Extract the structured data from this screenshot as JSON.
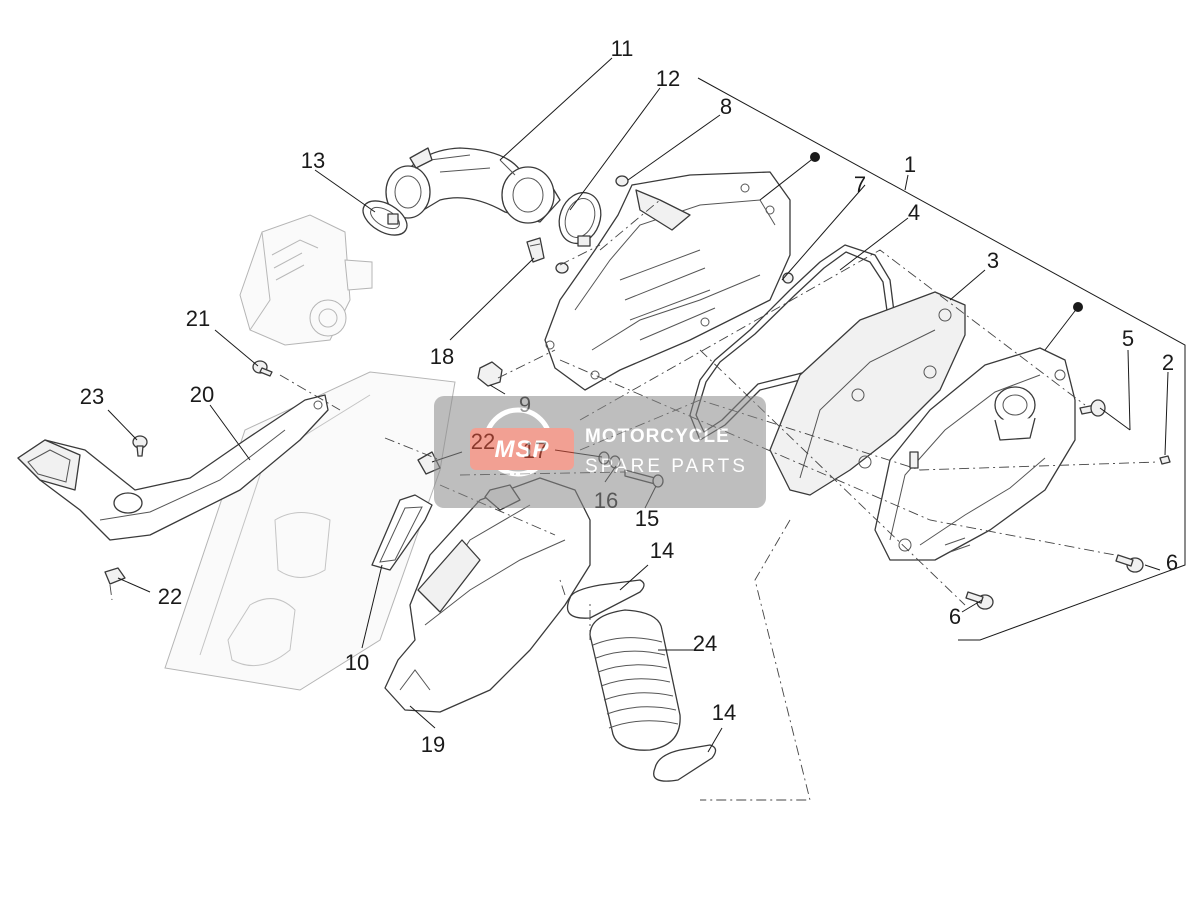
{
  "callouts": {
    "c1": "1",
    "c2": "2",
    "c3": "3",
    "c4": "4",
    "c5": "5",
    "c6a": "6",
    "c6b": "6",
    "c7": "7",
    "c8": "8",
    "c9": "9",
    "c10": "10",
    "c11": "11",
    "c12": "12",
    "c13": "13",
    "c14a": "14",
    "c14b": "14",
    "c15": "15",
    "c16": "16",
    "c17": "17",
    "c18": "18",
    "c19": "19",
    "c20": "20",
    "c21": "21",
    "c22a": "22",
    "c22b": "22",
    "c23": "23",
    "c24": "24"
  },
  "watermark": {
    "badge": "MSP",
    "line1": "MOTORCYCLE",
    "line2": "SPARE PARTS"
  },
  "colors": {
    "watermark_badge": "#e8533c",
    "watermark_panel": "#8a8a8a",
    "line": "#1a1a1a"
  }
}
